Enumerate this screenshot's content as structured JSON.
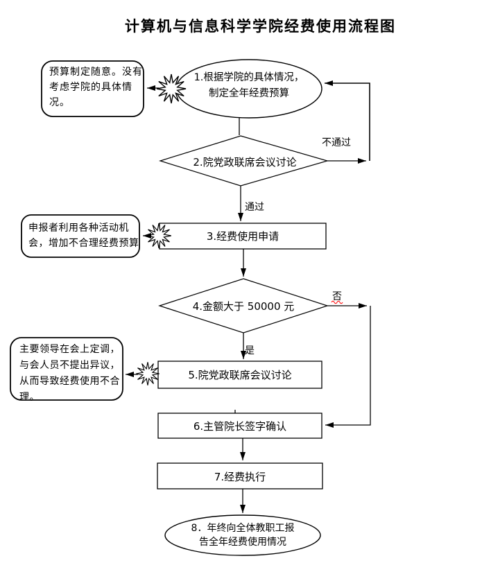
{
  "title": "计算机与信息科学学院经费使用流程图",
  "nodes": {
    "step1": {
      "lines": [
        "1.根据学院的具体情况，",
        "制定全年经费预算"
      ]
    },
    "step2": {
      "label": "2.院党政联席会议讨论"
    },
    "step3": {
      "label": "3.经费使用申请"
    },
    "step4": {
      "label": "4.金额大于 50000 元"
    },
    "step5": {
      "label": "5.院党政联席会议讨论"
    },
    "step6": {
      "label": "6.主管院长签字确认"
    },
    "step7": {
      "label": "7.经费执行"
    },
    "step8": {
      "lines": [
        "8．年终向全体教职工报",
        "告全年经费使用情况"
      ]
    }
  },
  "edge_labels": {
    "not_pass": "不通过",
    "pass": "通过",
    "no": "否",
    "yes": "是"
  },
  "callouts": {
    "budget": {
      "lines": [
        "预算制定随意。没有",
        "考虑学院的具体情",
        "况。"
      ]
    },
    "applicant": {
      "lines": [
        "申报者利用各种活动机",
        "会，增加不合理经费预算"
      ]
    },
    "leader": {
      "lines": [
        "主要领导在会上定调，",
        "与会人员不提出异议，",
        "从而导致经费使用不合",
        "理。"
      ]
    }
  },
  "colors": {
    "line": "#000000",
    "text": "#000000",
    "background": "#ffffff",
    "spellcheck_underline": "#ff0000"
  }
}
